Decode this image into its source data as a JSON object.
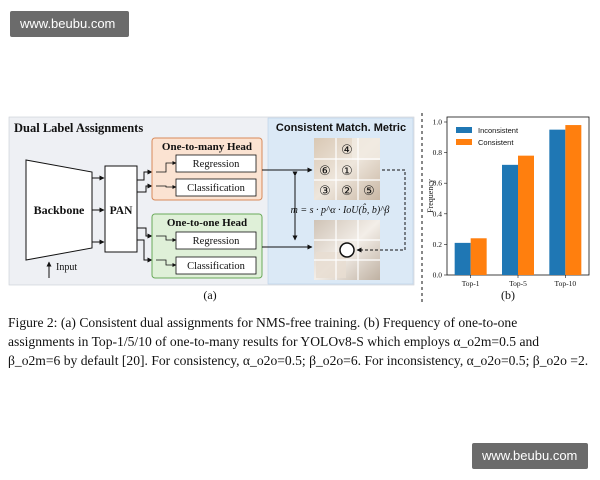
{
  "watermark": {
    "text": "www.beubu.com"
  },
  "diagram": {
    "title": "Dual Label Assignments",
    "backbone": "Backbone",
    "pan": "PAN",
    "input": "Input",
    "o2m_head": "One-to-many Head",
    "o2o_head": "One-to-one Head",
    "regression": "Regression",
    "classification": "Classification",
    "metric_title": "Consistent Match. Metric",
    "formula": "m = s · p^α · IoU(b̂, b)^β",
    "circles": [
      "④",
      "⑥",
      "①",
      "③",
      "②",
      "⑤"
    ],
    "label": "(a)"
  },
  "chart_data": {
    "type": "bar",
    "categories": [
      "Top-1",
      "Top-5",
      "Top-10"
    ],
    "series": [
      {
        "name": "Inconsistent",
        "values": [
          0.21,
          0.72,
          0.95
        ],
        "color": "#1f77b4"
      },
      {
        "name": "Consistent",
        "values": [
          0.24,
          0.78,
          0.98
        ],
        "color": "#ff7f0e"
      }
    ],
    "ylabel": "Frequency",
    "ylim": [
      0,
      1.0
    ],
    "yticks": [
      "0.0",
      "0.2",
      "0.4",
      "0.6",
      "0.8",
      "1.0"
    ],
    "legend": "top-left",
    "label": "(b)"
  },
  "caption": {
    "lines": [
      "Figure 2: (a) Consistent dual assignments for NMS-free training.  (b) Frequency of one-to-one",
      "assignments in Top-1/5/10 of one-to-many results for YOLOv8-S which employs α_o2m=0.5 and",
      "β_o2m=6 by default [20]. For consistency, α_o2o=0.5; β_o2o=6. For inconsistency, α_o2o=0.5; β_o2o =2."
    ]
  }
}
